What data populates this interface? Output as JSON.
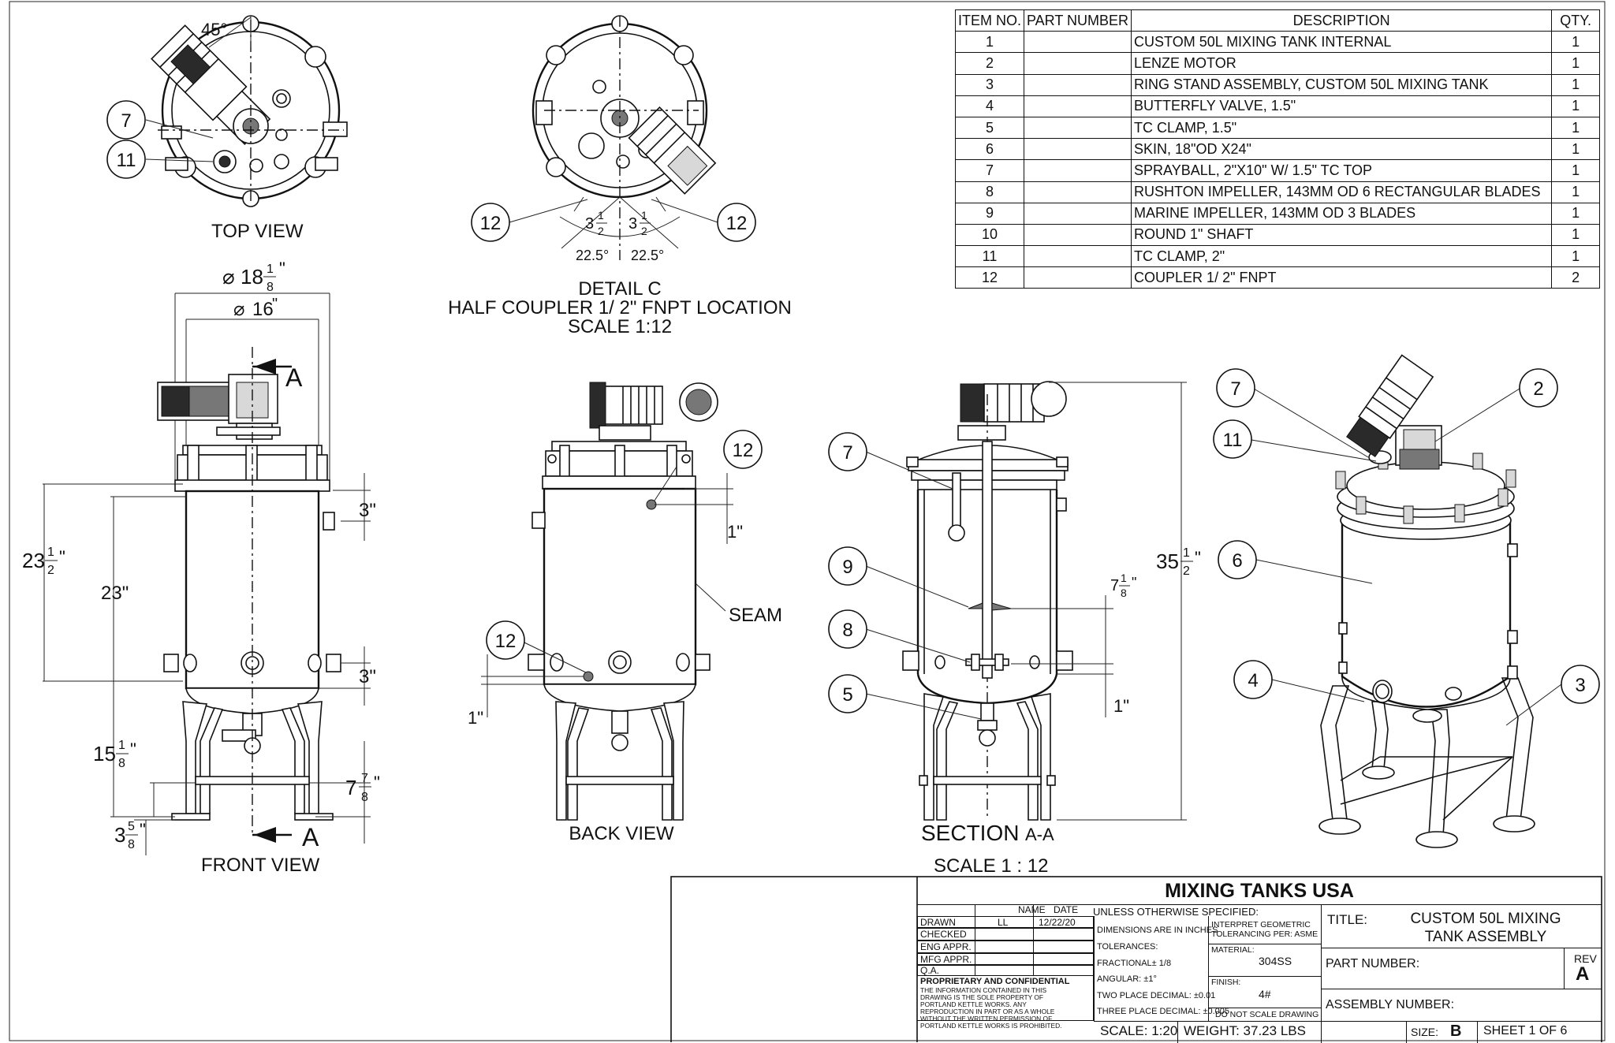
{
  "bom": {
    "headers": [
      "ITEM NO.",
      "PART NUMBER",
      "DESCRIPTION",
      "QTY."
    ],
    "rows": [
      {
        "item": "1",
        "part": "",
        "desc": "CUSTOM 50L MIXING TANK INTERNAL",
        "qty": "1"
      },
      {
        "item": "2",
        "part": "",
        "desc": "LENZE MOTOR",
        "qty": "1"
      },
      {
        "item": "3",
        "part": "",
        "desc": "RING STAND ASSEMBLY,  CUSTOM 50L MIXING TANK",
        "qty": "1"
      },
      {
        "item": "4",
        "part": "",
        "desc": "BUTTERFLY VALVE, 1.5\"",
        "qty": "1"
      },
      {
        "item": "5",
        "part": "",
        "desc": "TC CLAMP, 1.5\"",
        "qty": "1"
      },
      {
        "item": "6",
        "part": "",
        "desc": "SKIN, 18\"OD X24\"",
        "qty": "1"
      },
      {
        "item": "7",
        "part": "",
        "desc": "SPRAYBALL, 2\"X10\" W/ 1.5\" TC TOP",
        "qty": "1"
      },
      {
        "item": "8",
        "part": "",
        "desc": "RUSHTON IMPELLER, 143MM OD 6 RECTANGULAR BLADES",
        "qty": "1"
      },
      {
        "item": "9",
        "part": "",
        "desc": "MARINE IMPELLER, 143MM OD 3 BLADES",
        "qty": "1"
      },
      {
        "item": "10",
        "part": "",
        "desc": "ROUND 1\" SHAFT",
        "qty": "1"
      },
      {
        "item": "11",
        "part": "",
        "desc": "TC CLAMP, 2\"",
        "qty": "1"
      },
      {
        "item": "12",
        "part": "",
        "desc": "COUPLER 1/ 2\" FNPT",
        "qty": "2"
      }
    ]
  },
  "views": {
    "top": {
      "label": "TOP VIEW",
      "angle": "45°",
      "callouts": [
        "7",
        "11"
      ]
    },
    "detail_c": {
      "title": "DETAIL C",
      "subtitle": "HALF COUPLER 1/ 2\" FNPT LOCATION",
      "scale": "SCALE 1:12",
      "angles": [
        "22.5°",
        "22.5°"
      ],
      "callouts": [
        "12",
        "12"
      ]
    },
    "front": {
      "label": "FRONT VIEW",
      "section_letter": "A"
    },
    "back": {
      "label": "BACK VIEW",
      "seam": "SEAM",
      "callouts": [
        "12",
        "12"
      ],
      "dim_1": "1\""
    },
    "section": {
      "label": "SECTION",
      "label_suffix": "A-A",
      "scale": "SCALE  1 : 12",
      "callouts": [
        "7",
        "9",
        "8",
        "5"
      ]
    },
    "iso": {
      "callouts": [
        "7",
        "11",
        "2",
        "6",
        "4",
        "3"
      ]
    }
  },
  "dims": {
    "od_outer": {
      "whole": "18",
      "num": "1",
      "den": "8"
    },
    "od_inner": {
      "whole": "16"
    },
    "h_total": {
      "whole": "23",
      "num": "1",
      "den": "2"
    },
    "h_shell": "23\"",
    "port_top": "3\"",
    "port_bot": "3\"",
    "leg_h": {
      "whole": "15",
      "num": "1",
      "den": "8"
    },
    "brace_h": {
      "whole": "7",
      "num": "7",
      "den": "8"
    },
    "foot": {
      "whole": "3",
      "num": "5",
      "den": "8"
    },
    "half_coupler": {
      "whole": "3",
      "num": "1",
      "den": "2"
    },
    "overall_h": {
      "whole": "35",
      "num": "1",
      "den": "2"
    },
    "impeller_sp": {
      "whole": "7",
      "num": "1",
      "den": "8"
    },
    "bottom_1": "1\""
  },
  "title_block": {
    "company": "MIXING TANKS USA",
    "unless": "UNLESS OTHERWISE SPECIFIED:",
    "hdr_name": "NAME",
    "hdr_date": "DATE",
    "rows": [
      "DRAWN",
      "CHECKED",
      "ENG APPR.",
      "MFG APPR.",
      "Q.A."
    ],
    "drawn_name": "LL",
    "drawn_date": "12/22/20",
    "spec_lines": [
      "DIMENSIONS ARE IN INCHES",
      "TOLERANCES:",
      "FRACTIONAL± 1/8",
      "ANGULAR: ±1°",
      "TWO PLACE DECIMAL: ±0.01",
      "THREE PLACE DECIMAL: ±0.005"
    ],
    "interpret": [
      "INTERPRET GEOMETRIC",
      "TOLERANCING PER: ASME"
    ],
    "material_label": "MATERIAL:",
    "material": "304SS",
    "finish_label": "FINISH:",
    "finish": "4#",
    "no_scale": "DO NOT SCALE DRAWING",
    "proprietary_title": "PROPRIETARY AND CONFIDENTIAL",
    "proprietary_lines": [
      "THE INFORMATION CONTAINED IN THIS",
      "DRAWING IS THE SOLE PROPERTY OF",
      "PORTLAND KETTLE WORKS.  ANY",
      "REPRODUCTION IN PART OR AS A WHOLE",
      "WITHOUT THE WRITTEN PERMISSION OF",
      "PORTLAND KETTLE WORKS IS PROHIBITED."
    ],
    "title_label": "TITLE:",
    "title_lines": [
      "CUSTOM 50L MIXING",
      "TANK ASSEMBLY"
    ],
    "part_number_label": "PART NUMBER:",
    "rev_label": "REV",
    "rev": "A",
    "assembly_label": "ASSEMBLY NUMBER:",
    "scale": "SCALE: 1:20",
    "weight": "WEIGHT: 37.23 LBS",
    "size_label": "SIZE:",
    "size": "B",
    "sheet": "SHEET 1 OF 6"
  }
}
